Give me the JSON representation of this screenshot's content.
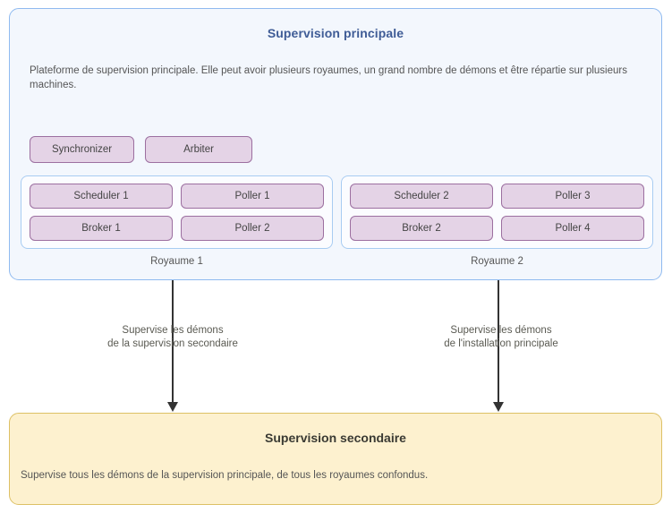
{
  "diagram": {
    "main_panel": {
      "title": "Supervision principale",
      "description": "Plateforme de supervision principale. Elle peut avoir plusieurs royaumes, un grand nombre de démons et être répartie sur plusieurs machines.",
      "top_daemons": [
        {
          "label": "Synchronizer"
        },
        {
          "label": "Arbiter"
        }
      ],
      "realms": [
        {
          "label": "Royaume 1",
          "rows": [
            [
              {
                "label": "Scheduler 1"
              },
              {
                "label": "Poller 1"
              }
            ],
            [
              {
                "label": "Broker 1"
              },
              {
                "label": "Poller 2"
              }
            ]
          ]
        },
        {
          "label": "Royaume 2",
          "rows": [
            [
              {
                "label": "Scheduler 2"
              },
              {
                "label": "Poller 3"
              }
            ],
            [
              {
                "label": "Broker 2"
              },
              {
                "label": "Poller 4"
              }
            ]
          ]
        }
      ]
    },
    "connectors": [
      {
        "label": "Supervise les démons\nde la supervision secondaire"
      },
      {
        "label": "Supervise les démons\nde l'installation principale"
      }
    ],
    "secondary_panel": {
      "title": "Supervision secondaire",
      "description": "Supervise tous les démons de la supervision principale, de tous les royaumes confondus."
    },
    "colors": {
      "main_panel_bg": "#f3f7fd",
      "main_panel_border": "#8fbaf0",
      "main_panel_title": "#3f5c96",
      "daemon_bg": "#e4d3e6",
      "daemon_border": "#9c6fa0",
      "realm_border": "#a8ccf2",
      "secondary_panel_bg": "#fdf1cf",
      "secondary_panel_border": "#ddc065",
      "arrow": "#333333",
      "body_text": "#555555"
    }
  }
}
